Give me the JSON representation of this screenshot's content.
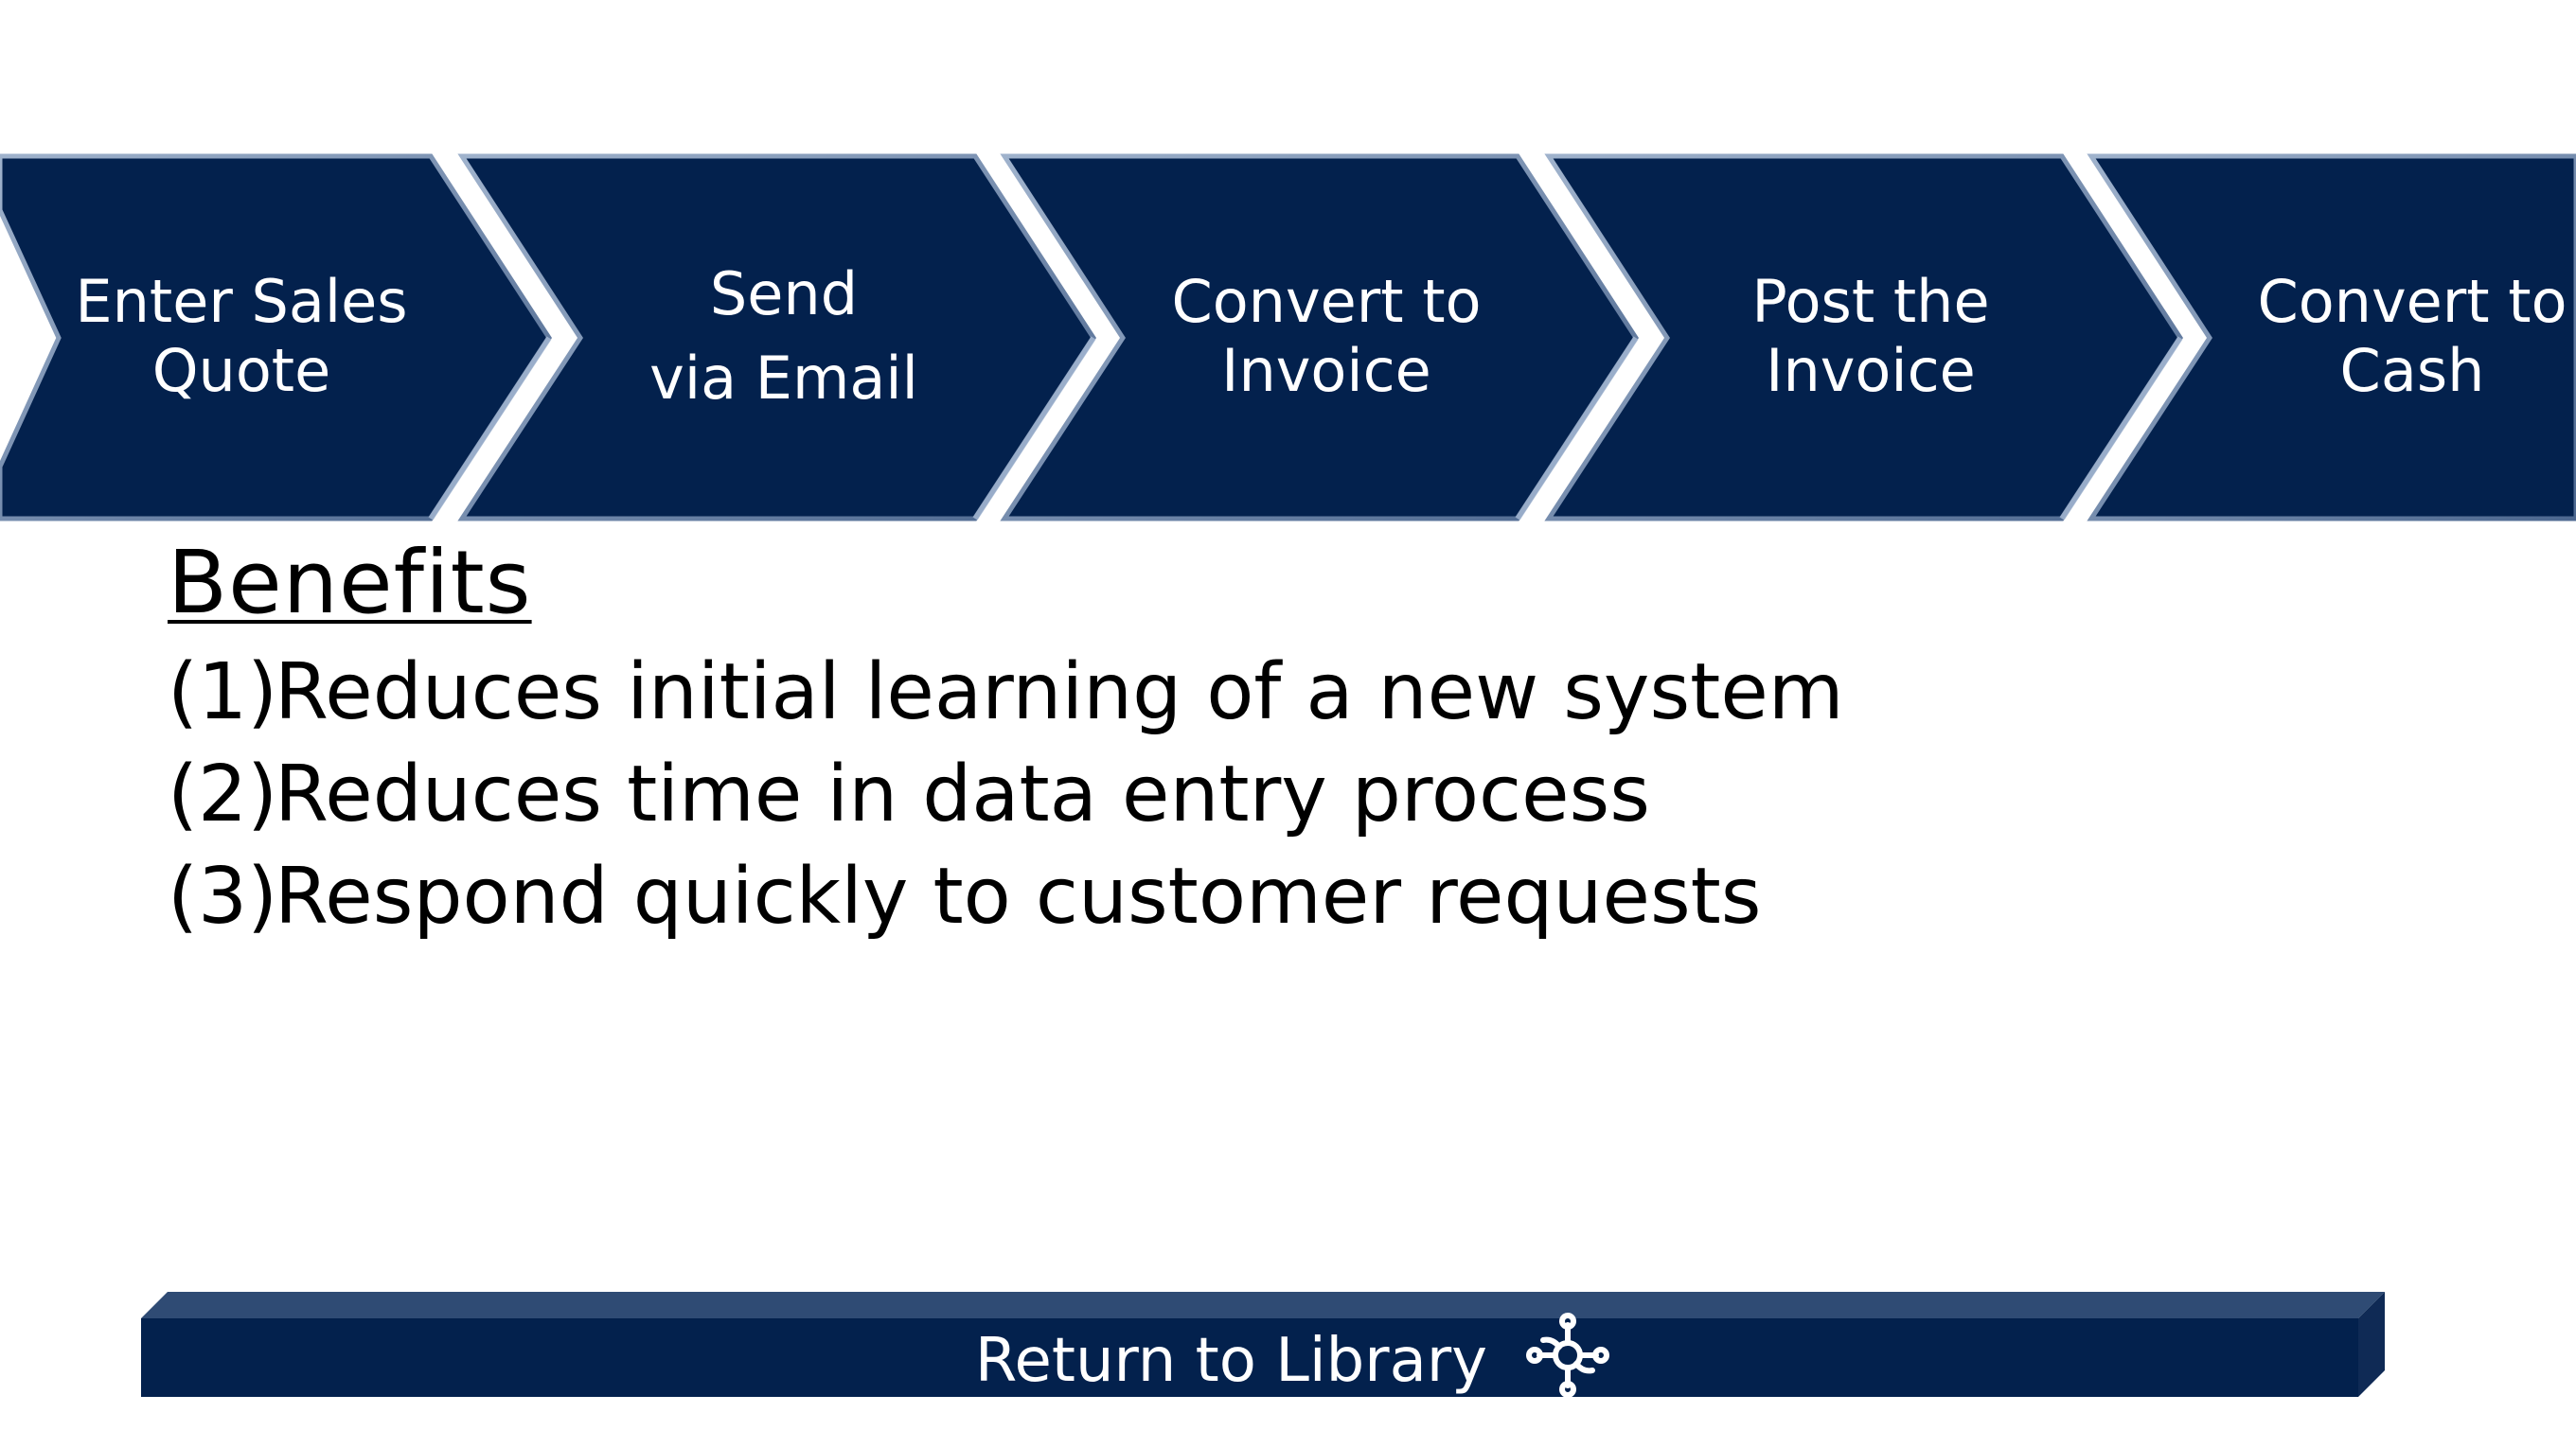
{
  "process_steps": [
    {
      "line1": "Enter Sales",
      "line2": "Quote"
    },
    {
      "line1": "Send",
      "line2": "via Email"
    },
    {
      "line1": "Convert to",
      "line2": "Invoice"
    },
    {
      "line1": "Post the",
      "line2": "Invoice"
    },
    {
      "line1": "Convert to",
      "line2": "Cash"
    }
  ],
  "benefits": {
    "title": "Benefits",
    "items": [
      {
        "num": "(1)",
        "text": "Reduces initial learning of a new system"
      },
      {
        "num": "(2)",
        "text": "Reduces time in data entry process"
      },
      {
        "num": "(3)",
        "text": "Respond quickly to customer requests"
      }
    ]
  },
  "footer": {
    "return_label": "Return to Library",
    "icon": "network-hub-icon"
  },
  "colors": {
    "chevron_fill": "#03214d",
    "chevron_edge": "#7d93b3",
    "button_top": "#2f4b74",
    "button_face": "#03214d",
    "button_side": "#0f2a55",
    "text_light": "#ffffff",
    "text_dark": "#000000"
  }
}
